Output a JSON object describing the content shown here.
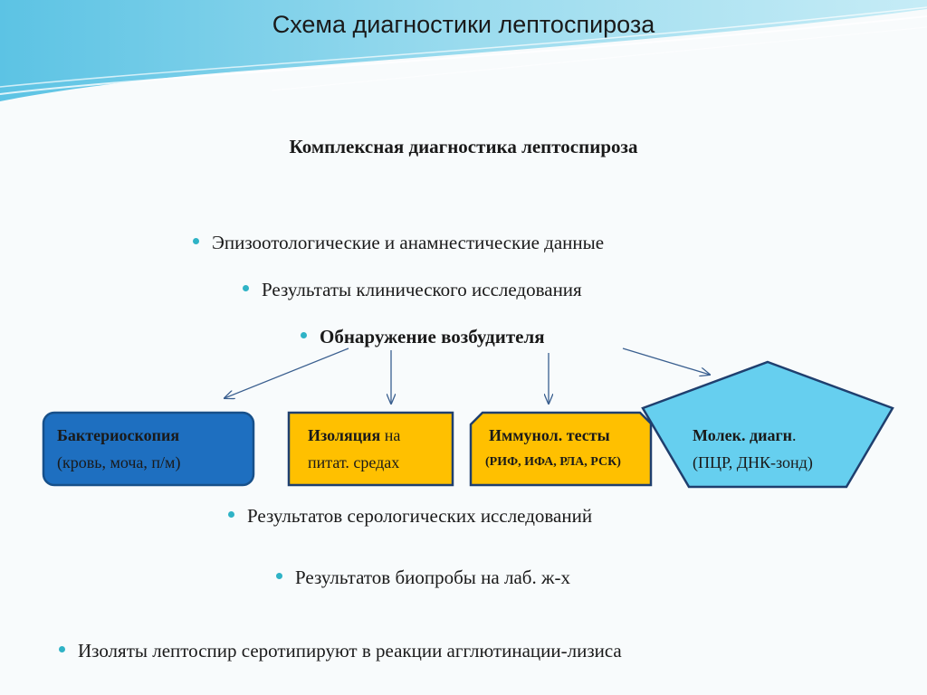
{
  "title": "Схема диагностики лептоспироза",
  "subtitle": "Комплексная диагностика лептоспироза",
  "bullets_top": [
    "Эпизоотологические  и анамнестические данные",
    "Результаты клинического исследования",
    "Обнаружение возбудителя"
  ],
  "boxes": {
    "bacterioscopy": {
      "title": "Бактериоскопия",
      "line2": "(кровь, моча, п/м)"
    },
    "isolation": {
      "title": "Изоляция",
      "title_rest": " на",
      "line2": "питат. средах"
    },
    "immuno": {
      "title": "Иммунол. тесты",
      "line2": "(РИФ, ИФА, РЛА, РСК)"
    },
    "molecular": {
      "title": "Молек. диагн",
      "title_rest": ".",
      "line2": "(ПЦР, ДНК-зонд)"
    }
  },
  "bullets_bottom": [
    "Результатов серологических исследований",
    "Результатов биопробы на лаб. ж-х",
    "Изоляты лептоспир серотипируют в реакции агглютинации-лизиса"
  ],
  "colors": {
    "bacterioscopy_fill": "#1e6fc0",
    "isolation_fill": "#ffc000",
    "immuno_fill": "#ffc000",
    "molecular_fill": "#66cfef",
    "bullet_dot": "#2fb3c6",
    "arrow": "#3a5f8f"
  }
}
